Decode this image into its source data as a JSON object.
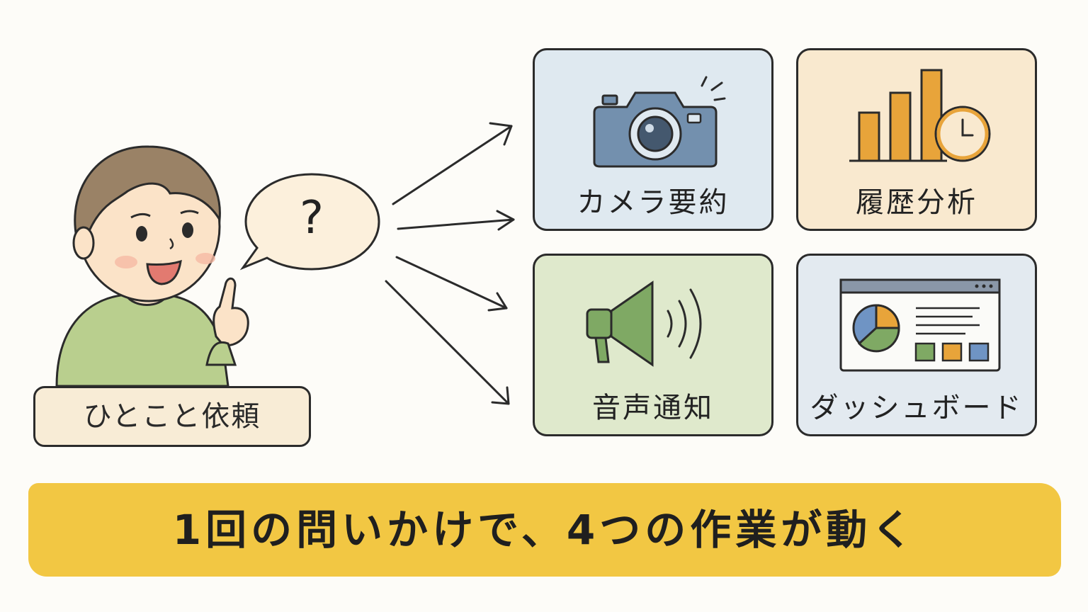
{
  "request": {
    "bubble_text": "?",
    "label": "ひとこと依頼"
  },
  "tasks": [
    {
      "label": "カメラ要約",
      "icon": "camera-icon",
      "bg": "#dfe9f0"
    },
    {
      "label": "履歴分析",
      "icon": "bar-chart-clock-icon",
      "bg": "#f9e9cf"
    },
    {
      "label": "音声通知",
      "icon": "megaphone-icon",
      "bg": "#dfe9cc"
    },
    {
      "label": "ダッシュボード",
      "icon": "dashboard-icon",
      "bg": "#e3eaf0"
    }
  ],
  "banner": {
    "text": "1回の問いかけで、4つの作業が動く",
    "color": "#f2c743"
  }
}
